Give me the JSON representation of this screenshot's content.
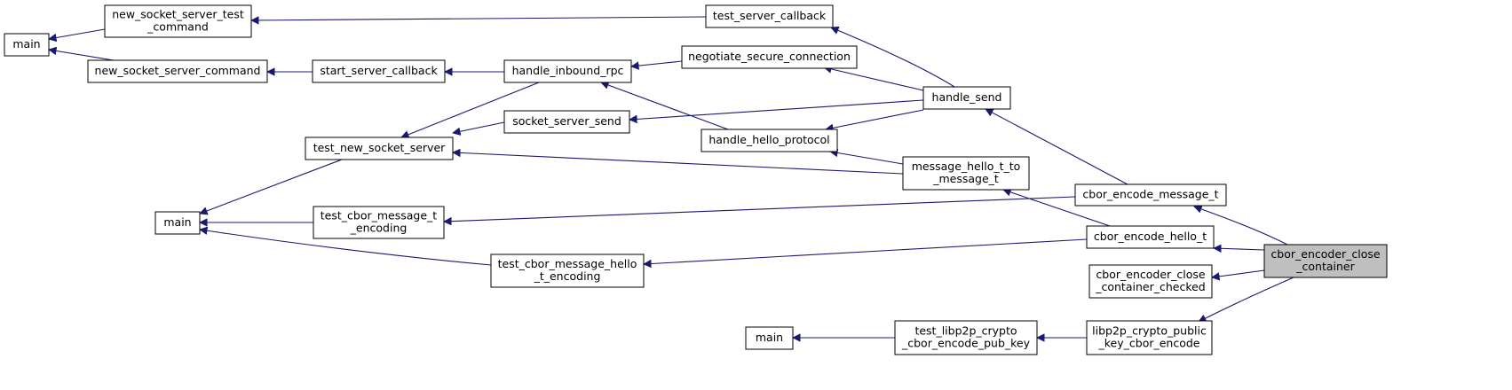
{
  "colors": {
    "edge": "#191970",
    "highlight_fill": "#bfbfbf",
    "node_fill": "#ffffff",
    "node_border": "#000000"
  },
  "nodes": [
    {
      "id": "main_1",
      "lines": [
        "main"
      ]
    },
    {
      "id": "new_socket_server_test_command",
      "lines": [
        "new_socket_server_test",
        "_command"
      ]
    },
    {
      "id": "new_socket_server_command",
      "lines": [
        "new_socket_server_command"
      ]
    },
    {
      "id": "start_server_callback",
      "lines": [
        "start_server_callback"
      ]
    },
    {
      "id": "test_server_callback",
      "lines": [
        "test_server_callback"
      ]
    },
    {
      "id": "handle_inbound_rpc",
      "lines": [
        "handle_inbound_rpc"
      ]
    },
    {
      "id": "negotiate_secure_connection",
      "lines": [
        "negotiate_secure_connection"
      ]
    },
    {
      "id": "socket_server_send",
      "lines": [
        "socket_server_send"
      ]
    },
    {
      "id": "test_new_socket_server",
      "lines": [
        "test_new_socket_server"
      ]
    },
    {
      "id": "handle_hello_protocol",
      "lines": [
        "handle_hello_protocol"
      ]
    },
    {
      "id": "handle_send",
      "lines": [
        "handle_send"
      ]
    },
    {
      "id": "message_hello_t_to_message_t",
      "lines": [
        "message_hello_t_to",
        "_message_t"
      ]
    },
    {
      "id": "main_2",
      "lines": [
        "main"
      ]
    },
    {
      "id": "test_cbor_message_t_encoding",
      "lines": [
        "test_cbor_message_t",
        "_encoding"
      ]
    },
    {
      "id": "test_cbor_message_hello_t_encoding",
      "lines": [
        "test_cbor_message_hello",
        "_t_encoding"
      ]
    },
    {
      "id": "cbor_encode_message_t",
      "lines": [
        "cbor_encode_message_t"
      ]
    },
    {
      "id": "cbor_encode_hello_t",
      "lines": [
        "cbor_encode_hello_t"
      ]
    },
    {
      "id": "cbor_encoder_close_container",
      "lines": [
        "cbor_encoder_close",
        "_container"
      ],
      "highlight": true
    },
    {
      "id": "cbor_encoder_close_container_checked",
      "lines": [
        "cbor_encoder_close",
        "_container_checked"
      ]
    },
    {
      "id": "main_3",
      "lines": [
        "main"
      ]
    },
    {
      "id": "test_libp2p_crypto_cbor_encode_pub_key",
      "lines": [
        "test_libp2p_crypto",
        "_cbor_encode_pub_key"
      ]
    },
    {
      "id": "libp2p_crypto_public_key_cbor_encode",
      "lines": [
        "libp2p_crypto_public",
        "_key_cbor_encode"
      ]
    }
  ],
  "edges": [
    [
      "new_socket_server_test_command",
      "main_1"
    ],
    [
      "new_socket_server_command",
      "main_1"
    ],
    [
      "start_server_callback",
      "new_socket_server_command"
    ],
    [
      "test_server_callback",
      "new_socket_server_test_command"
    ],
    [
      "handle_inbound_rpc",
      "start_server_callback"
    ],
    [
      "test_new_socket_server",
      "main_2"
    ],
    [
      "handle_inbound_rpc",
      "test_new_socket_server"
    ],
    [
      "socket_server_send",
      "test_new_socket_server"
    ],
    [
      "message_hello_t_to_message_t",
      "test_new_socket_server"
    ],
    [
      "negotiate_secure_connection",
      "handle_inbound_rpc"
    ],
    [
      "handle_hello_protocol",
      "handle_inbound_rpc"
    ],
    [
      "handle_send",
      "test_server_callback"
    ],
    [
      "handle_send",
      "negotiate_secure_connection"
    ],
    [
      "handle_send",
      "socket_server_send"
    ],
    [
      "handle_send",
      "handle_hello_protocol"
    ],
    [
      "message_hello_t_to_message_t",
      "handle_hello_protocol"
    ],
    [
      "cbor_encode_message_t",
      "handle_send"
    ],
    [
      "cbor_encode_message_t",
      "test_cbor_message_t_encoding"
    ],
    [
      "cbor_encode_hello_t",
      "message_hello_t_to_message_t"
    ],
    [
      "cbor_encode_hello_t",
      "test_cbor_message_hello_t_encoding"
    ],
    [
      "test_cbor_message_t_encoding",
      "main_2"
    ],
    [
      "test_cbor_message_hello_t_encoding",
      "main_2"
    ],
    [
      "cbor_encoder_close_container",
      "cbor_encode_message_t"
    ],
    [
      "cbor_encoder_close_container",
      "cbor_encode_hello_t"
    ],
    [
      "cbor_encoder_close_container",
      "cbor_encoder_close_container_checked"
    ],
    [
      "cbor_encoder_close_container",
      "libp2p_crypto_public_key_cbor_encode"
    ],
    [
      "libp2p_crypto_public_key_cbor_encode",
      "test_libp2p_crypto_cbor_encode_pub_key"
    ],
    [
      "test_libp2p_crypto_cbor_encode_pub_key",
      "main_3"
    ]
  ]
}
